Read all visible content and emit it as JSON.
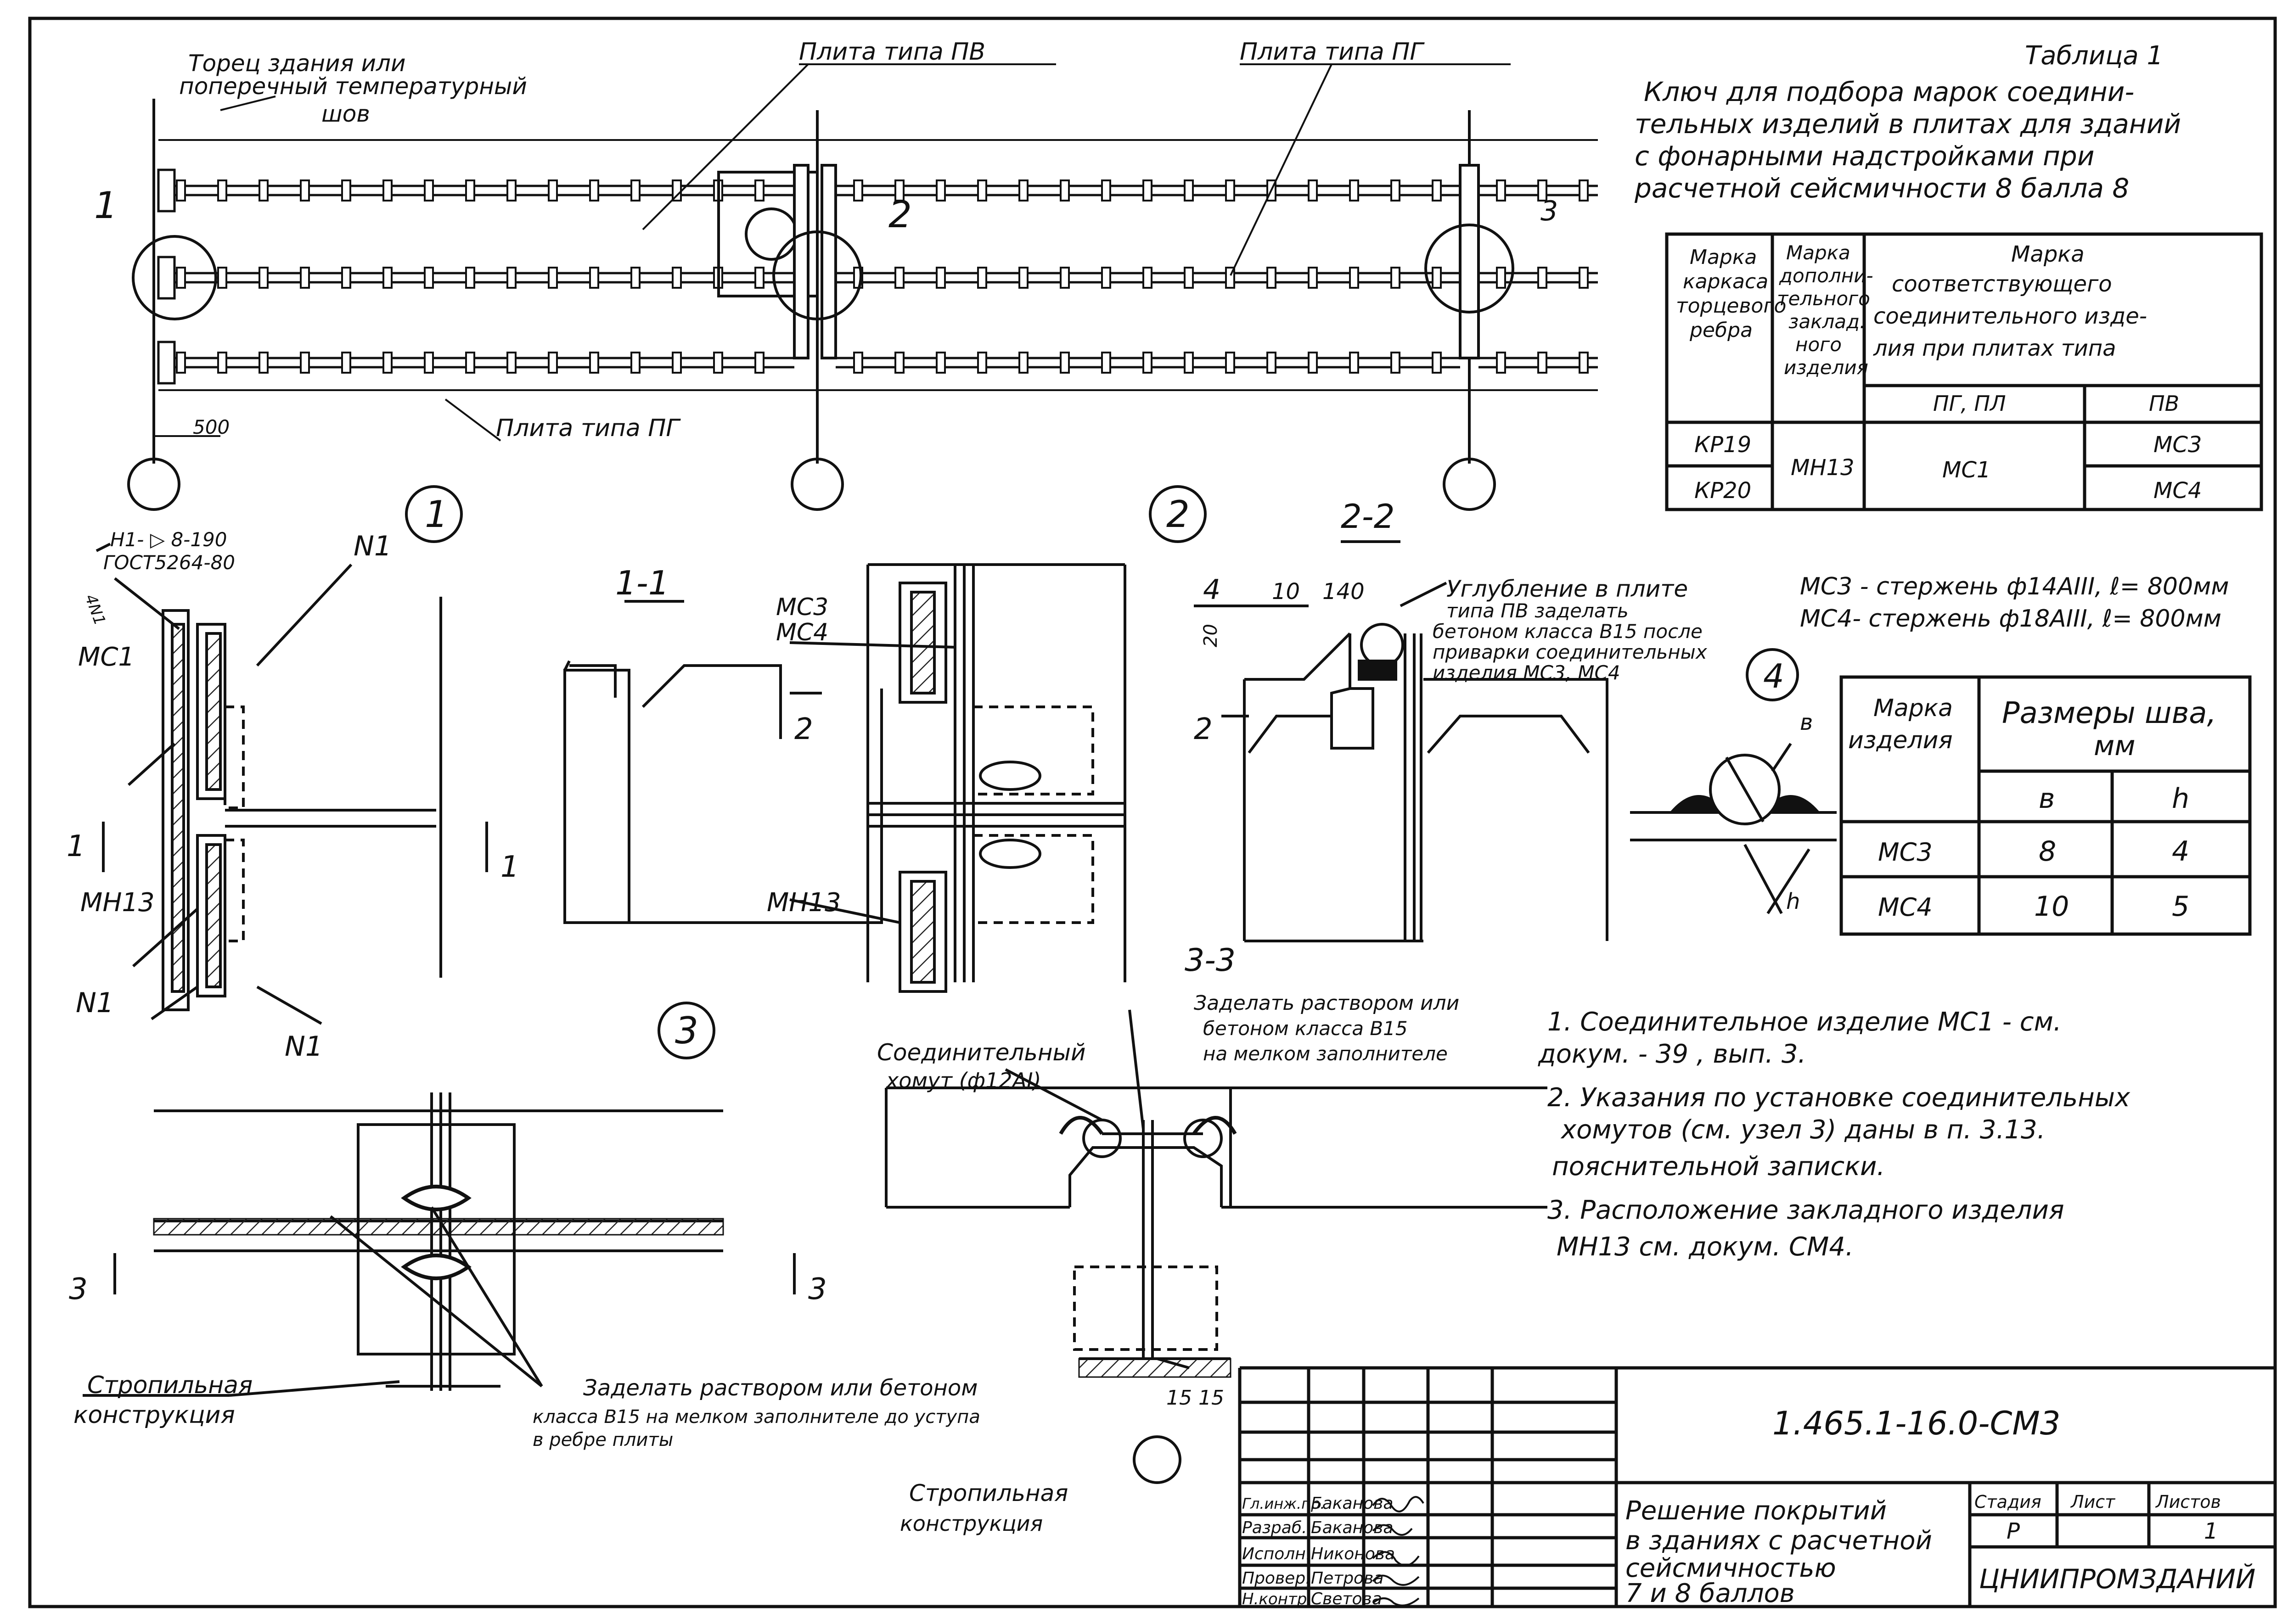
{
  "plan": {
    "label_end": [
      "Торец здания или",
      "поперечный температурный",
      "шов"
    ],
    "label_pv": "Плита типа ПВ",
    "label_pg_top": "Плита типа ПГ",
    "label_pg_bottom": "Плита типа ПГ",
    "dim_500": "500",
    "callouts": [
      "1",
      "2",
      "3"
    ]
  },
  "key_table": {
    "title": "Таблица 1",
    "caption": [
      "Ключ для подбора марок соедини-",
      "тельных изделий в плитах для зданий",
      "с фонарными надстройками при",
      "расчетной    сейсмичности 8 балла 8"
    ],
    "header": {
      "col1": [
        "Марка",
        "каркаса",
        "торцевого",
        "ребра"
      ],
      "col2": [
        "Марка",
        "дополни-",
        "тельного",
        "заклад.",
        "ного",
        "изделия"
      ],
      "col3": [
        "Марка",
        "соответствующего",
        "соединительного изде-",
        "лия при плитах типа"
      ],
      "sub_pg": "ПГ, ПЛ",
      "sub_pv": "ПВ"
    },
    "rows": [
      {
        "karkas": "КР19",
        "pv": "МС3"
      },
      {
        "karkas": "КР20",
        "pv": "МС4"
      }
    ],
    "merged_zakl": "МН13",
    "merged_pg": "МС1"
  },
  "rods": [
    "МС3 - стержень ф14АIII, ℓ= 800мм",
    "МС4- стержень ф18АIII, ℓ= 800мм"
  ],
  "weld_table": {
    "h_marka": [
      "Марка",
      "изделия"
    ],
    "h_size": [
      "Размеры шва,",
      "мм"
    ],
    "h_b": "в",
    "h_h": "h",
    "rows": [
      {
        "mark": "МС3",
        "b": "8",
        "h": "4"
      },
      {
        "mark": "МС4",
        "b": "10",
        "h": "5"
      }
    ]
  },
  "node1": {
    "num": "1",
    "weld_note": [
      "Н1-  ▷ 8-190",
      "ГОСТ5264-80"
    ],
    "n1_top": "N1",
    "mc1": "МС1",
    "mn13": "МН13",
    "n1_left": "N1",
    "n1_bottom": "N1",
    "cut": "1",
    "small_4n1": "4N1"
  },
  "sec11": {
    "title": "1-1",
    "cut2": "2"
  },
  "node2": {
    "num": "2",
    "mc": [
      "МС3",
      "МС4"
    ],
    "mn13": "МН13"
  },
  "sec22": {
    "title": "2-2",
    "dim4": "4",
    "dim10": "10",
    "dim140": "140",
    "dim20": "20",
    "note": [
      "Углубление в плите",
      "типа ПВ заделать",
      "бетоном класса В15 после",
      "приварки соединительных",
      "изделия МС3, МС4"
    ],
    "cut2": "2"
  },
  "node4": {
    "num": "4",
    "b": "в",
    "h": "h"
  },
  "node3": {
    "num": "3",
    "cut": "3",
    "strop": [
      "Стропильная",
      "конструкция"
    ],
    "fill_note": [
      "Заделать раствором или       бетоном",
      "класса В15 на мелком заполнителе до уступа",
      "в ребре плиты"
    ]
  },
  "sec33": {
    "title": "3-3",
    "fill": [
      "Заделать раствором или",
      "бетоном класса В15",
      "на мелком заполнителе"
    ],
    "clamp": [
      "Соединительный",
      "хомут (ф12АI)"
    ],
    "dims": "15  15",
    "strop": [
      "Стропильная",
      "конструкция"
    ]
  },
  "notes": [
    "1. Соединительное изделие МС1 - см.",
    "докум.  - 39 , вып. 3.",
    "2. Указания по установке  соединительных",
    "хомутов  (см. узел 3)  даны  в п. 3.13.",
    "пояснительной  записки.",
    "3. Расположение  закладного  изделия",
    "МН13  см.  докум.  СМ4."
  ],
  "title_block": {
    "code": "1.465.1-16.0-СМ3",
    "roles": [
      "Гл.инж.пр.",
      "Разраб.",
      "Исполн.",
      "Провер.",
      "Н.контр."
    ],
    "names": [
      "Баканова",
      "Баканова",
      "Никонова",
      "Петрова",
      "Светова"
    ],
    "title": [
      "Решение покрытий",
      "в зданиях с расчетной",
      "сейсмичностью",
      "7 и 8 баллов"
    ],
    "stage_h": "Стадия",
    "sheet_h": "Лист",
    "sheets_h": "Листов",
    "stage": "Р",
    "sheets": "1",
    "org": "ЦНИИПРОМЗДАНИЙ"
  }
}
